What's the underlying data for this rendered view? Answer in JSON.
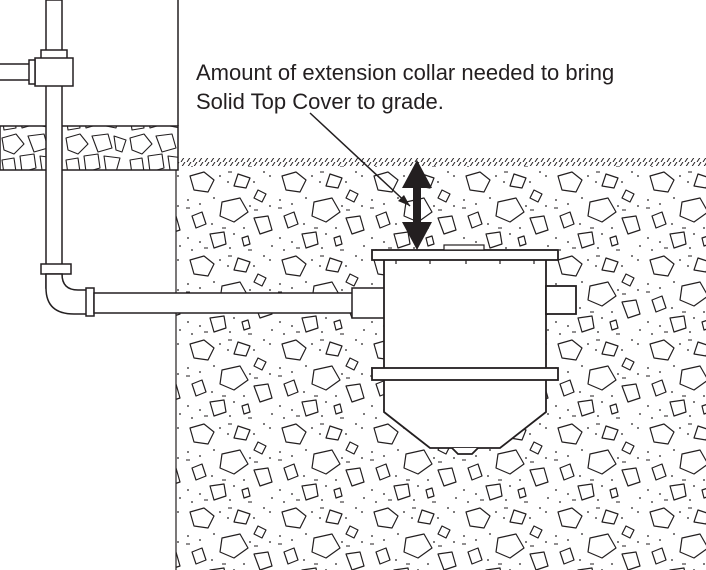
{
  "callout": {
    "line1": "Amount of extension collar needed to bring",
    "line2": "Solid Top Cover to grade."
  },
  "colors": {
    "line": "#231f20",
    "background": "#ffffff"
  },
  "icons": {
    "arrow": "double-headed-vertical-arrow"
  }
}
